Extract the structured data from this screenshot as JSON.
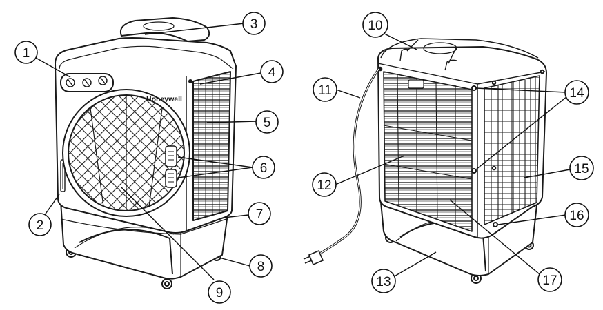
{
  "brand": "Honeywell",
  "callouts": [
    "1",
    "2",
    "3",
    "4",
    "5",
    "6",
    "7",
    "8",
    "9",
    "10",
    "11",
    "12",
    "13",
    "14",
    "15",
    "16",
    "17"
  ]
}
